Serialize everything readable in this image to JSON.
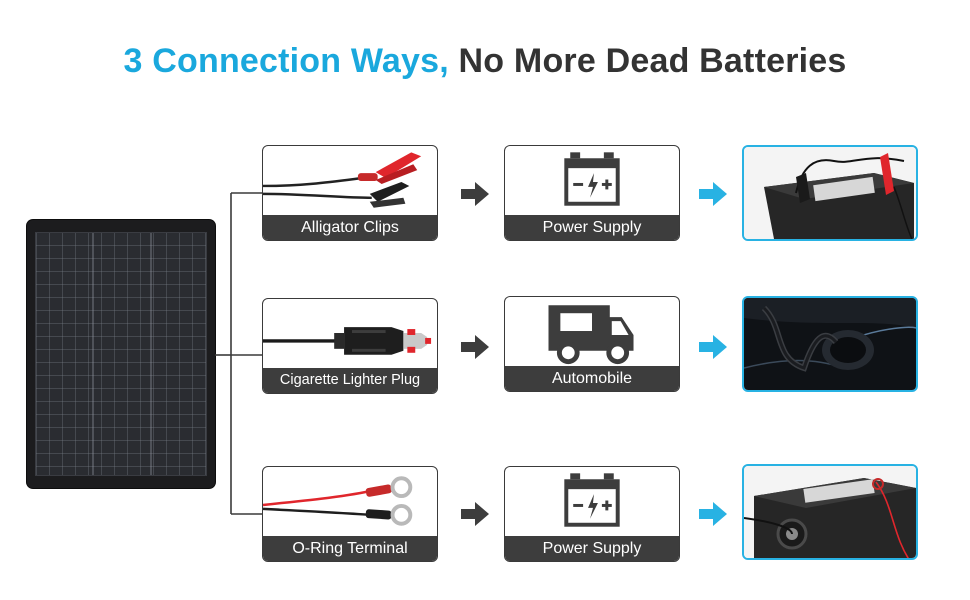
{
  "headline": {
    "accent": "3 Connection Ways,",
    "rest": "No More Dead Batteries"
  },
  "colors": {
    "accent_blue": "#1aa8dd",
    "headline_dark": "#333333",
    "label_bg": "#3d3d3d",
    "arrow_dark": "#3d3d3d",
    "arrow_blue": "#28b2e3",
    "clip_red": "#e0262c"
  },
  "rows": [
    {
      "connector": {
        "label": "Alligator Clips",
        "icon": "alligator-clips-icon"
      },
      "target": {
        "label": "Power Supply",
        "icon": "battery-icon"
      },
      "photo": "battery-with-clips-photo"
    },
    {
      "connector": {
        "label": "Cigarette Lighter Plug",
        "icon": "cigarette-lighter-plug-icon"
      },
      "target": {
        "label": "Automobile",
        "icon": "rv-camper-icon"
      },
      "photo": "car-socket-photo"
    },
    {
      "connector": {
        "label": "O-Ring Terminal",
        "icon": "o-ring-terminal-icon"
      },
      "target": {
        "label": "Power Supply",
        "icon": "battery-icon"
      },
      "photo": "battery-with-o-rings-photo"
    }
  ]
}
